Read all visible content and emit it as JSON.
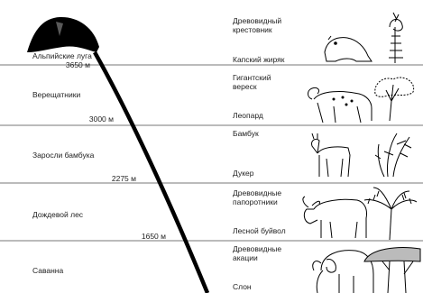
{
  "zones": [
    {
      "name": "Альпийские луга",
      "altitude": "3650 м",
      "plant": "Древовидный\nкрестовник",
      "animal": "Капский жиряк",
      "plant_icon": "groundsel-tree-icon",
      "animal_icon": "rock-hyrax-icon"
    },
    {
      "name": "Верещатники",
      "altitude": "3000 м",
      "plant": "Гигантский\nвереск",
      "animal": "Леопард",
      "plant_icon": "giant-heath-icon",
      "animal_icon": "leopard-icon"
    },
    {
      "name": "Заросли бамбука",
      "altitude": "2275 м",
      "plant": "Бамбук",
      "animal": "Дукер",
      "plant_icon": "bamboo-icon",
      "animal_icon": "duiker-icon"
    },
    {
      "name": "Дождевой лес",
      "altitude": "1650 м",
      "plant": "Древовидные\nпапоротники",
      "animal": "Лесной буйвол",
      "plant_icon": "tree-fern-icon",
      "animal_icon": "forest-buffalo-icon"
    },
    {
      "name": "Саванна",
      "altitude": "",
      "plant": "Древовидные\nакации",
      "animal": "Слон",
      "plant_icon": "acacia-icon",
      "animal_icon": "elephant-icon"
    }
  ]
}
